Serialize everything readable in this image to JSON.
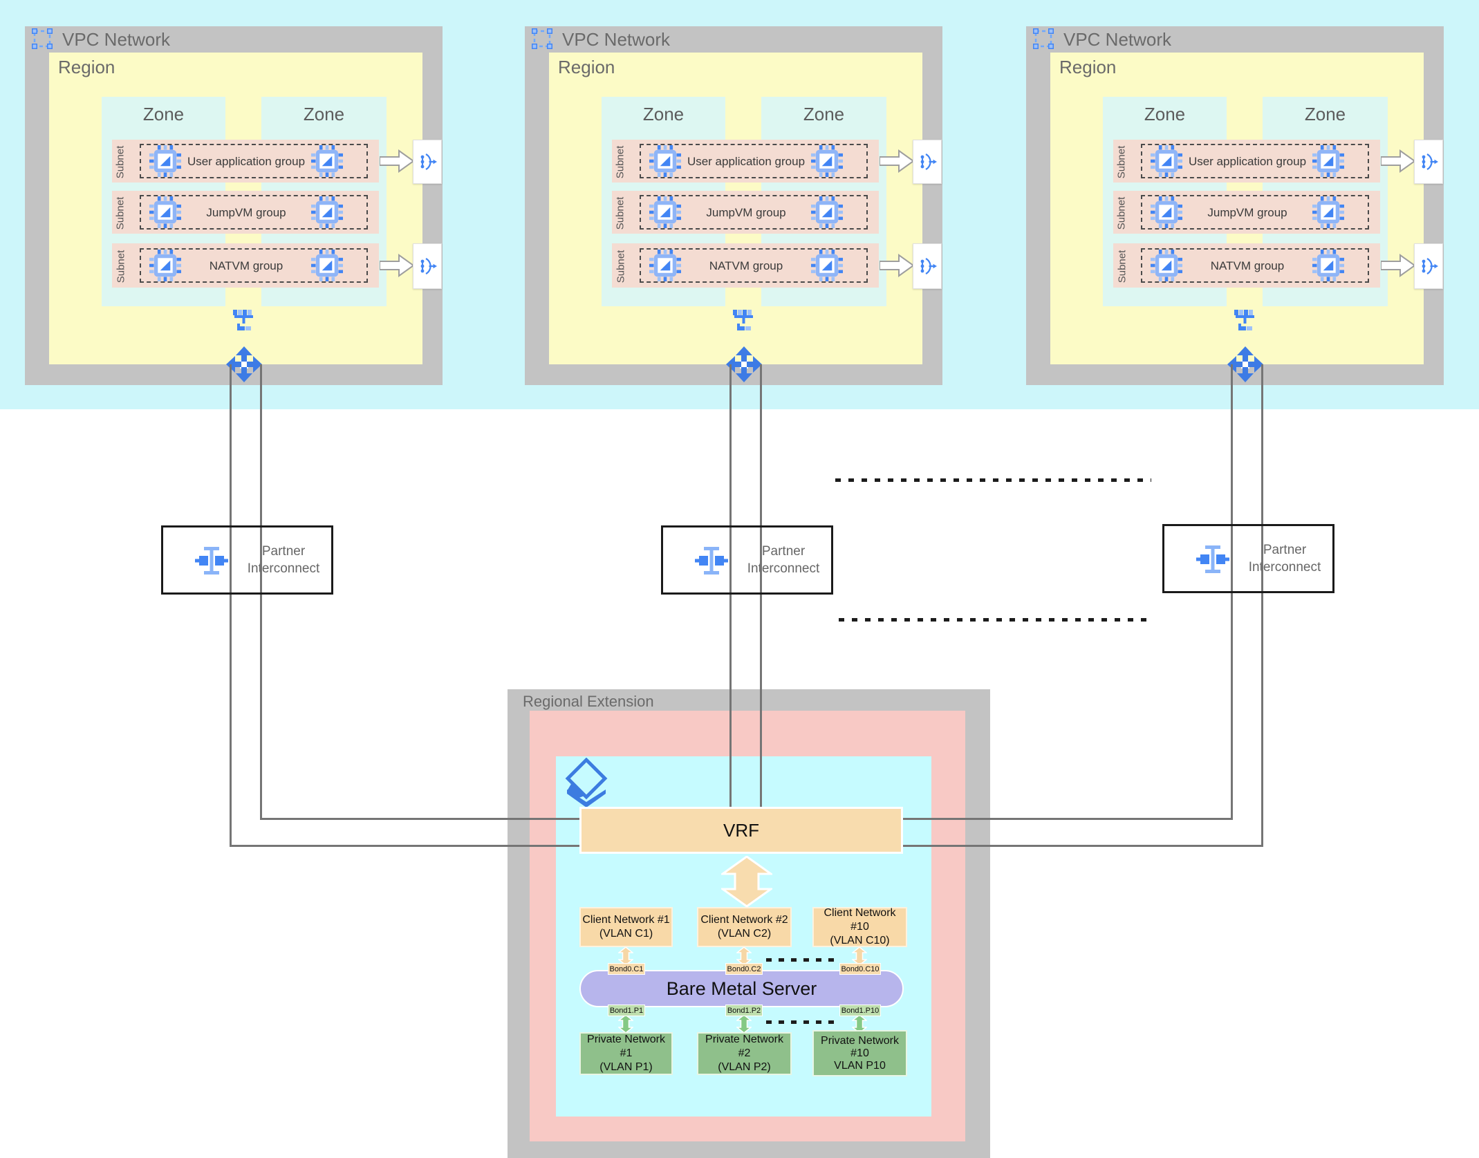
{
  "vpc": {
    "title": "VPC Network",
    "region_label": "Region",
    "zone_label": "Zone",
    "subnet_label": "Subnet",
    "rows": [
      "User application group",
      "JumpVM group",
      "NATVM group"
    ]
  },
  "partner_interconnect": {
    "lines": [
      "Partner",
      "Interconnect"
    ]
  },
  "regional_extension": {
    "title": "Regional Extension",
    "vrf_label": "VRF",
    "client_networks": [
      {
        "line1": "Client Network #1",
        "line2": "(VLAN C1)"
      },
      {
        "line1": "Client Network #2",
        "line2": "(VLAN C2)"
      },
      {
        "line1": "Client Network #10",
        "line2": "(VLAN C10)"
      }
    ],
    "bond_top": [
      "Bond0.C1",
      "Bond0.C2",
      "Bond0.C10"
    ],
    "server_label": "Bare Metal Server",
    "bond_bottom": [
      "Bond1.P1",
      "Bond1.P2",
      "Bond1.P10"
    ],
    "private_networks": [
      {
        "line1": "Private Network #1",
        "line2": "(VLAN P1)",
        "line3": ""
      },
      {
        "line1": "Private Network #2",
        "line2": "(VLAN P2)",
        "line3": ""
      },
      {
        "line1": "Private Network",
        "line2": "#10",
        "line3": "VLAN P10"
      }
    ]
  },
  "icons": {
    "selection": "vpc-selection-frame",
    "vm": "compute-vm-chip",
    "load_balancer": "load-balancer",
    "network_switch": "network-switch",
    "move": "four-way-arrows",
    "partner_interconnect": "interconnect-beam",
    "layers": "stacked-layers"
  },
  "colors": {
    "background_band": "#cdf6fa",
    "vpc_gray": "#c3c3c3",
    "region_yellow": "#fcfbc6",
    "zone_cyan": "#ddf7f2",
    "subnet_pink": "#f4dcd2",
    "re_pink": "#f8c9c5",
    "re_cyan": "#c6fbff",
    "tan": "#f8dcae",
    "lavender": "#b7b5ec",
    "green": "#8fc08b",
    "google_blue": "#4285f4",
    "connector_gray": "#757575"
  }
}
